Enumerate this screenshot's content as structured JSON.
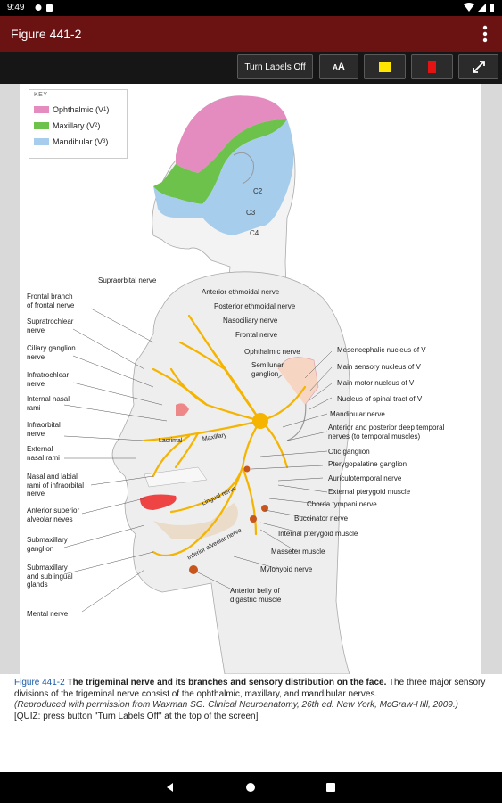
{
  "status_bar": {
    "time": "9:49"
  },
  "app_bar": {
    "title": "Figure 441-2"
  },
  "toolbar": {
    "turn_labels_off": "Turn Labels Off",
    "font_size_label": "AA"
  },
  "colors": {
    "app_bar": "#6b1312",
    "yellow_marker": "#ffe600",
    "red_marker": "#e31313",
    "nerve": "#f4b400",
    "ophthalmic": "#e48bbf",
    "maxillary": "#6cc24a",
    "mandibular": "#a6cdec"
  },
  "key": {
    "title": "KEY",
    "items": [
      {
        "name": "Ophthalmic",
        "sub": "1",
        "color": "#e48bbf"
      },
      {
        "name": "Maxillary",
        "sub": "2",
        "color": "#6cc24a"
      },
      {
        "name": "Mandibular",
        "sub": "3",
        "color": "#a6cdec"
      }
    ]
  },
  "cervical": [
    "C2",
    "C3",
    "C4"
  ],
  "labels_left": [
    "Supraorbital nerve",
    "Frontal branch\nof frontal nerve",
    "Supratrochlear\nnerve",
    "Ciliary ganglion\nnerve",
    "Infratrochlear\nnerve",
    "Internal nasal\nrami",
    "Infraorbital\nnerve",
    "External\nnasal rami",
    "Nasal and labial\nrami of infraorbital\nnerve",
    "Anterior superior\nalveolar neves",
    "Submaxillary\nganglion",
    "Submaxillary\nand sublingual\nglands",
    "Mental nerve"
  ],
  "labels_center": [
    "Anterior ethmoidal nerve",
    "Posterior ethmoidal nerve",
    "Nasociliary nerve",
    "Frontal nerve",
    "Ophthalmic nerve",
    "Semilunar\nganglion"
  ],
  "labels_right": [
    "Mesencephalic nucleus of V",
    "Main sensory nucleus of V",
    "Main motor nucleus of V",
    "Nucleus of spinal tract of V",
    "Mandibular nerve",
    "Anterior and posterior deep temporal\nnerves (to temporal muscles)",
    "Otic ganglion",
    "Pterygopalatine ganglion",
    "Auriculotemporal nerve",
    "External pterygoid muscle",
    "Chorda tympani nerve",
    "Buccinator nerve",
    "Internal pterygoid muscle",
    "Masseter muscle",
    "Mylohyoid nerve",
    "Anterior belly of\ndigastric muscle"
  ],
  "labels_on_face": [
    "Lacrimal",
    "Maxillary",
    "Lingual nerve",
    "Inferior alveolar nerve"
  ],
  "caption": {
    "fig_label": "Figure 441-2",
    "bold": "The trigeminal nerve and its branches and sensory distribution on the face.",
    "text": "The three major sensory divisions of the trigeminal nerve consist of the ophthalmic, maxillary, and mandibular nerves.",
    "credit": "(Reproduced with permission from Waxman SG. Clinical Neuroanatomy, 26th ed. New York, McGraw-Hill, 2009.)",
    "quiz": "[QUIZ: press button \"Turn Labels Off\" at the top of the screen]"
  }
}
